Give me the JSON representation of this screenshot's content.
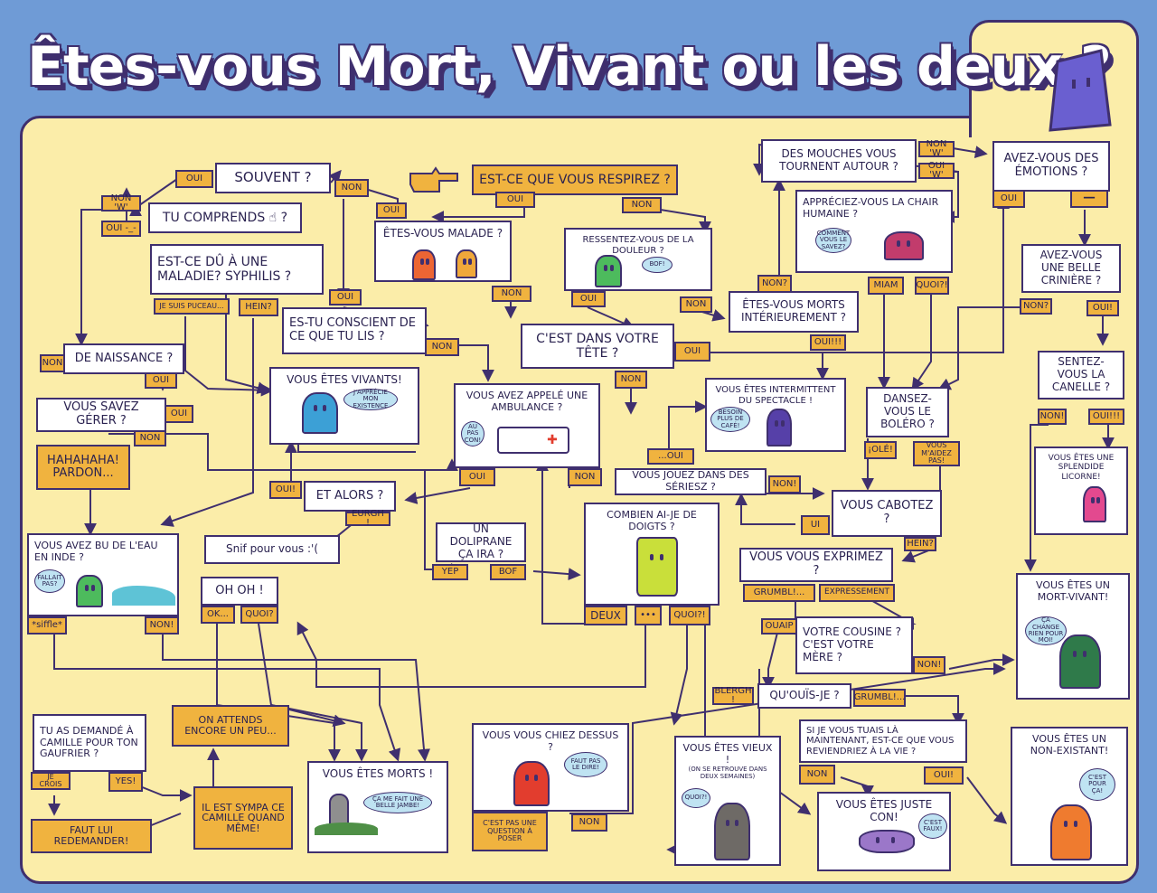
{
  "title": "Êtes-vous Mort, Vivant ou les deux ?",
  "colors": {
    "background": "#6f9bd6",
    "board": "#fbeda9",
    "box": "#ffffff",
    "answer": "#f0b33f",
    "line": "#3f2f6e"
  },
  "icons": [
    "pointing-hand-icon",
    "mascot-icon"
  ],
  "questions": {
    "respirez": "Est-ce que vous respirez ?",
    "souvent": "Souvent ?",
    "tu_comprends": "Tu comprends ☝ ?",
    "syphilis": "Est-ce dû à une maladie? Syphilis ?",
    "conscient": "Es-tu conscient de ce que tu lis ?",
    "naissance": "De naissance ?",
    "savez_gerer": "Vous savez gérer ?",
    "tete": "C'est dans votre tête ?",
    "mouches": "Des mouches vous tournent autour ?",
    "emotions": "Avez-vous des émotions ?",
    "chair": "Appréciez-vous la chair humaine ?",
    "morts_int": "Êtes-vous morts intérieurement ?",
    "criniere": "Avez-vous une belle crinière ?",
    "canelle": "Sentez-vous la canelle ?",
    "bolero": "Dansez-vous le boléro ?",
    "et_alors": "Et alors ?",
    "series": "Vous jouez dans des sériesZ ?",
    "cabotez": "Vous cabotez ?",
    "snif": "Snif pour vous :'(",
    "doliprane": "Un doliprane ça ira ?",
    "ohoh": "Oh oh !",
    "exprimez": "Vous vous exprimez ?",
    "cousine": "Votre cousine ? C'est votre mère ?",
    "quouis": "Qu'ouïs-je ?",
    "tuais": "Si je vous tuais là maintenant, est-ce que vous reviendriez à la vie ?",
    "camille": "Tu as demandé à Camille pour ton gaufrier ?",
    "hahaha": "HAHAHAHA! pardon...",
    "attends": "On attends encore un peu...",
    "sympa": "Il est sympa ce Camille quand même!",
    "redemander": "Faut lui redemander!"
  },
  "answers": {
    "oui": "OUI",
    "non": "NON",
    "oui_bang": "OUI!",
    "non_bang": "NON!",
    "oui_triple": "OUI!!!",
    "non_w": "NON 'w'",
    "oui_w": "OUI 'w'",
    "oui_dash": "OUI -_-",
    "non_dash": "━━",
    "non_q": "NON?",
    "je_suis_puceau": "JE SUIS PUCEAU...",
    "hein": "HEIN?",
    "bof": "BOF",
    "yep": "YEP",
    "eurgh": "EURGH !",
    "oui_dots": "...OUI",
    "ui": "UI",
    "hein2": "HEIN?",
    "miam": "MIAM",
    "quoi": "QUOI?!",
    "ole": "¡OLÉ!",
    "aidez": "VOUS M'AIDEZ PAS!",
    "grumbl": "GRUMBL!...",
    "expressement": "EXPRESSEMENT",
    "ouaip": "OUAIP",
    "blergh": "BLERGH !",
    "grumbl2": "GRUMBL!...",
    "siffle": "*siffle*",
    "ok": "OK...",
    "quoi2": "QUOI?",
    "deux": "DEUX",
    "dots": "•••",
    "quoi3": "QUOI?!",
    "je_crois": "JE CROIS",
    "yes": "YES!",
    "cest_pas": "C'EST PAS UNE QUESTION À POSER"
  },
  "panels": {
    "malade": {
      "text": "Êtes-vous malade ?"
    },
    "douleur": {
      "text": "Ressentez-vous de la douleur ?",
      "bubble": "BOF!"
    },
    "vivants": {
      "text": "Vous êtes vivants!",
      "bubble": "J'apprécie mon existence"
    },
    "ambulance": {
      "text": "Vous avez appelé une ambulance ?",
      "bubble": "Au pas con!"
    },
    "intermittent": {
      "text": "Vous êtes intermittent du spectacle !",
      "bubble": "Besoin plus de café!"
    },
    "licorne": {
      "text": "Vous êtes une splendide licorne!"
    },
    "eau_inde": {
      "text": "Vous avez bu de l'eau en Inde ?",
      "bubble": "Fallait pas?"
    },
    "doigts": {
      "text": "Combien ai-je de doigts ?"
    },
    "mort_vivant": {
      "text": "Vous êtes un mort-vivant!",
      "bubble": "Ça change rien pour moi!"
    },
    "morts": {
      "text": "Vous êtes morts !",
      "bubble": "Ça me fait une belle jambe!"
    },
    "chiez": {
      "text": "Vous vous chiez dessus ?",
      "bubble": "Faut pas le dire!"
    },
    "vieux": {
      "text": "Vous êtes vieux !",
      "sub": "(on se retrouve dans deux semaines)",
      "bubble": "Quoi?!"
    },
    "juste_con": {
      "text": "Vous êtes juste con!",
      "bubble": "C'est faux!"
    },
    "non_existant": {
      "text": "Vous êtes un non-existant!",
      "bubble": "C'est pour ça!"
    },
    "chair_bubble": "Comment vous le savez?"
  }
}
